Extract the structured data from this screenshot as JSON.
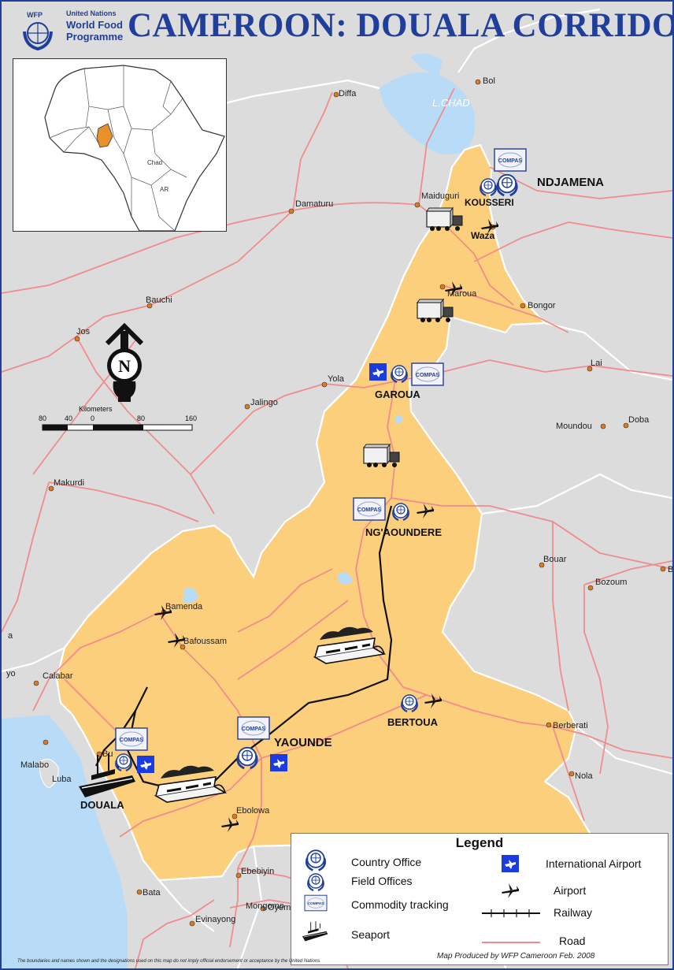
{
  "title": "CAMEROON: DOUALA CORRIDOR",
  "logo": {
    "small": "WFP",
    "line1": "United Nations",
    "line2": "World Food",
    "line3": "Programme"
  },
  "inset": {
    "label1": "Chad",
    "label2": "AR"
  },
  "scale": {
    "title": "Kilometers",
    "ticks": [
      "80",
      "40",
      "0",
      "80",
      "160"
    ]
  },
  "north_letter": "N",
  "colors": {
    "land_cameroon": "#fccf7d",
    "land_other": "#dcdcdc",
    "water": "#b8dcf8",
    "road": "#f08c8c",
    "border": "#ffffff",
    "railway": "#111111",
    "brand": "#1f3f9a",
    "inset_highlight": "#e8902a"
  },
  "hubs": {
    "ndjamena": "NDJAMENA",
    "kousseri": "KOUSSERI",
    "waza": "Waza",
    "garoua": "GAROUA",
    "ngaoundere": "NG'AOUNDERE",
    "bertoua": "BERTOUA",
    "yaounde": "YAOUNDE",
    "douala": "DOUALA"
  },
  "places": {
    "bol": "Bol",
    "diffa": "Diffa",
    "lchad": "L.CHAD",
    "maiduguri": "Maiduguri",
    "damaturu": "Damaturu",
    "maroua": "Maroua",
    "bongor": "Bongor",
    "bauchi": "Bauchi",
    "jos": "Jos",
    "yola": "Yola",
    "jalingo": "Jalingo",
    "lai": "Lai",
    "moundou": "Moundou",
    "doba": "Doba",
    "makurdi": "Makurdi",
    "bozoum": "Bozoum",
    "bouar": "Bouar",
    "bamenda": "Bamenda",
    "bafoussam": "Bafoussam",
    "calabar": "Calabar",
    "yo": "yo",
    "a": "a",
    "bu": "Bu",
    "malabo": "Malabo",
    "luba": "Luba",
    "berberati": "Berberati",
    "nola": "Nola",
    "ebolowa": "Ebolowa",
    "ebebiyin": "Ebebiyin",
    "bata": "Bata",
    "mongomo": "Mongomo",
    "oyem": "Oyem",
    "evinayong": "Evinayong",
    "b": "B"
  },
  "legend": {
    "title": "Legend",
    "country_office": "Country Office",
    "field_offices": "Field Offices",
    "commodity_tracking": "Commodity tracking",
    "seaport": "Seaport",
    "international_airport": "International Airport",
    "airport": "Airport",
    "railway": "Railway",
    "road": "Road"
  },
  "compas_label": "COMPAS",
  "footer": "The boundaries and names shown and the designations used on this map do not imply official endorsement or acceptance by the United Nations",
  "credit": "Map Produced by  WFP Cameroon  Feb. 2008"
}
